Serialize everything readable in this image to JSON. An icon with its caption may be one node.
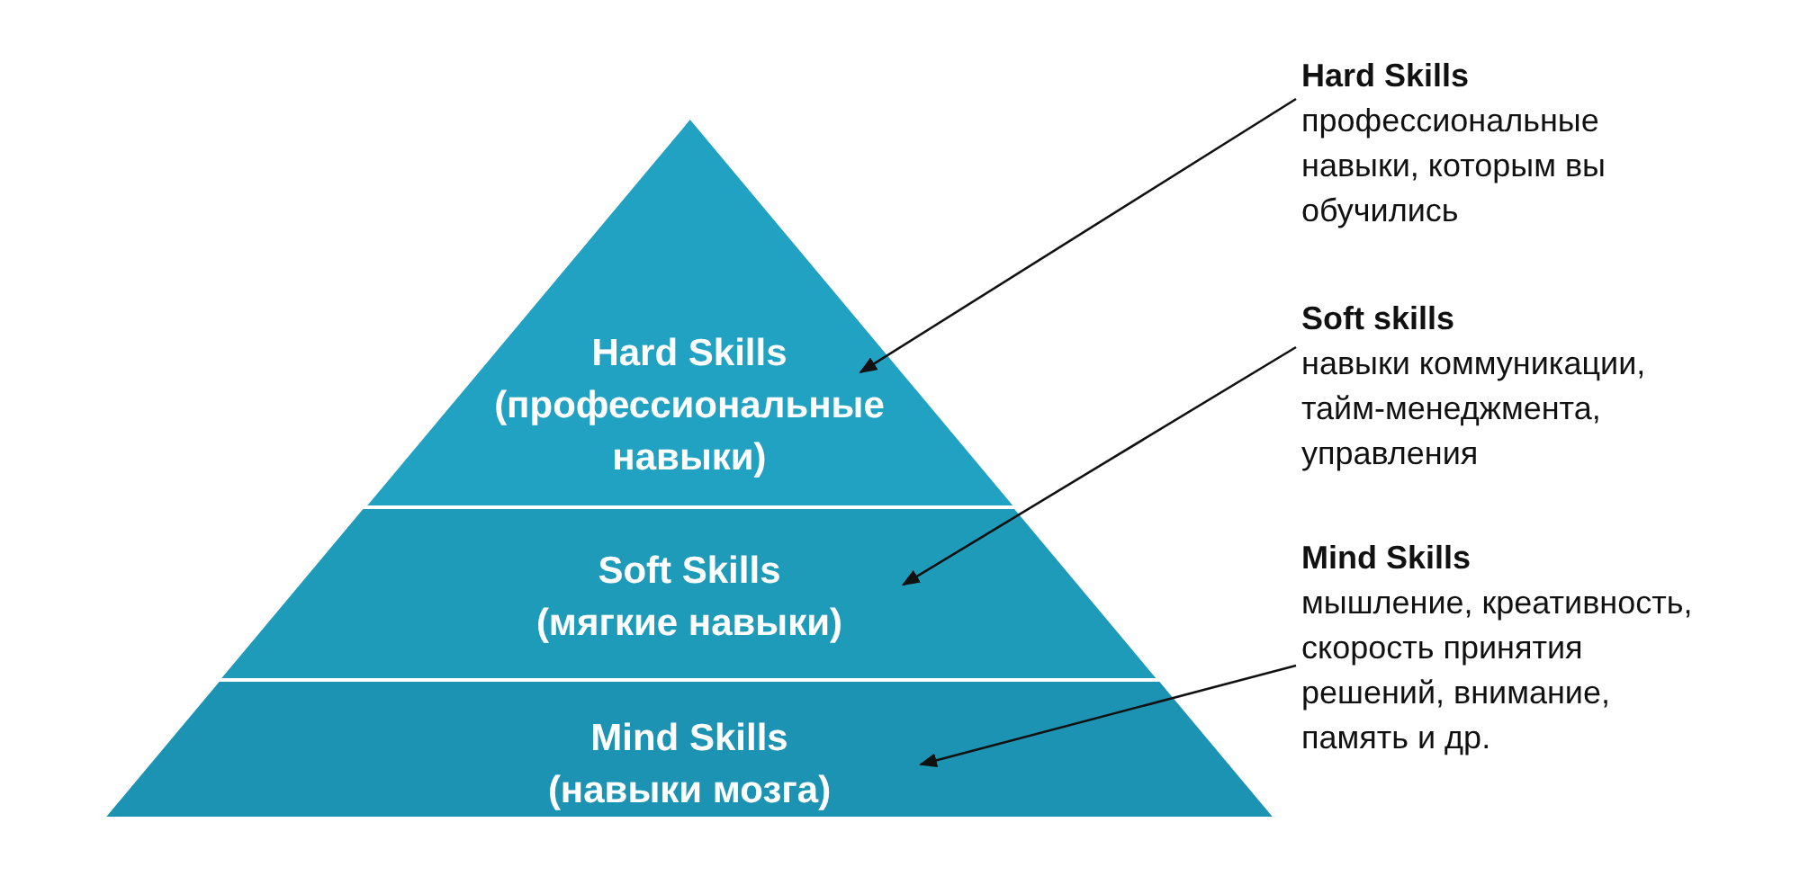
{
  "diagram": {
    "nodes": [
      {
        "text": [
          "Hard Skills",
          "(профессиональные навыки)"
        ]
      },
      {
        "text": [
          "Soft Skills",
          "(мягкие навыки)"
        ]
      },
      {
        "text": [
          "Mind Skills",
          "(навыки мозга)"
        ]
      },
      {
        "text": [
          "Hard Skills",
          "профессиональные навыки, которым вы обучились"
        ]
      },
      {
        "text": [
          "Soft skills",
          "навыки коммуникации, тайм-менеджмента, управления"
        ]
      },
      {
        "text": [
          "Mind Skills",
          "мышление, креативность, скорость принятия решений, внимание, память и др."
        ]
      }
    ],
    "edges": [
      {
        "from": 3,
        "to": 0,
        "arrow": "to"
      },
      {
        "from": 4,
        "to": 1,
        "arrow": "to"
      },
      {
        "from": 5,
        "to": 2,
        "arrow": "to"
      }
    ]
  }
}
